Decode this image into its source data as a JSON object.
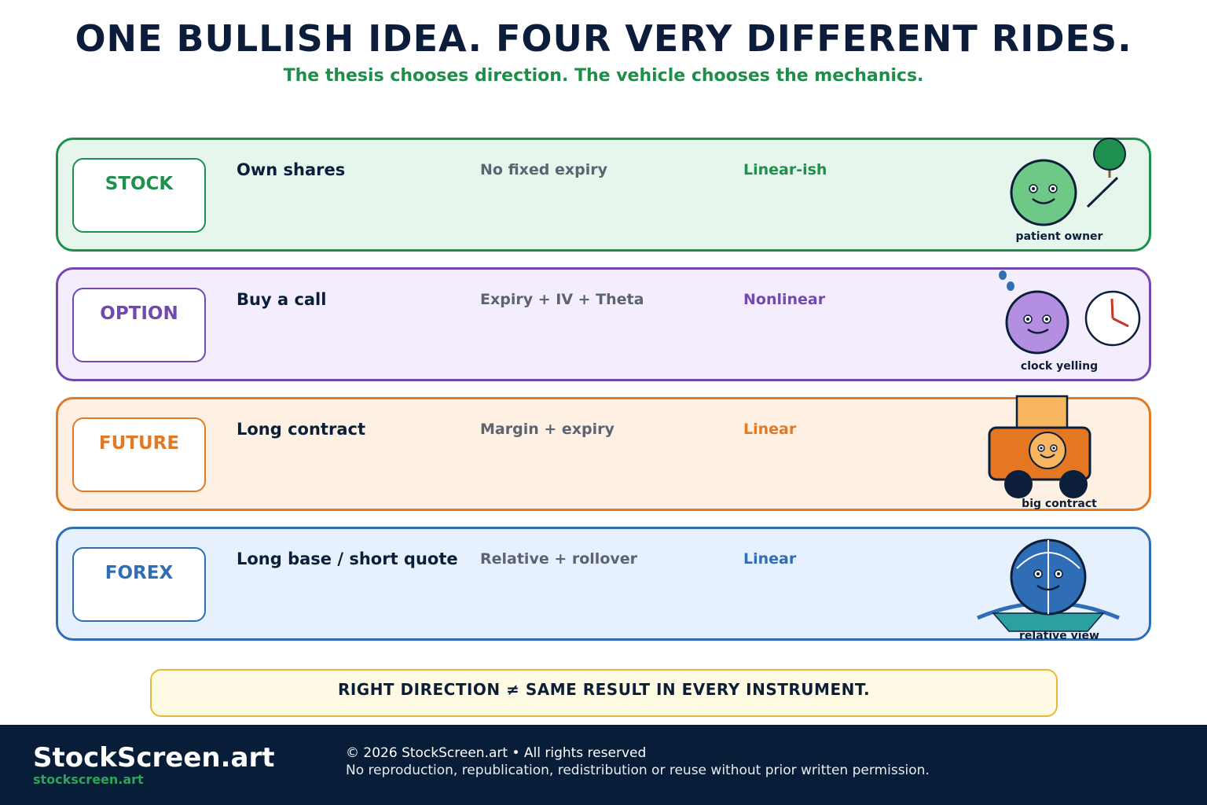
{
  "header": {
    "title": "ONE BULLISH IDEA. FOUR VERY DIFFERENT RIDES.",
    "subtitle": "The thesis chooses direction. The vehicle chooses the mechanics."
  },
  "rows": [
    {
      "instrument": "STOCK",
      "action": "Own shares",
      "time": "No fixed expiry",
      "payoff": "Linear-ish",
      "caption": "patient owner",
      "color": "#1f8f4e"
    },
    {
      "instrument": "OPTION",
      "action": "Buy a call",
      "time": "Expiry + IV + Theta",
      "payoff": "Nonlinear",
      "caption": "clock yelling",
      "color": "#7448b1"
    },
    {
      "instrument": "FUTURE",
      "action": "Long contract",
      "time": "Margin + expiry",
      "payoff": "Linear",
      "caption": "big contract",
      "color": "#e07a26"
    },
    {
      "instrument": "FOREX",
      "action": "Long base / short quote",
      "time": "Relative + rollover",
      "payoff": "Linear",
      "caption": "relative view",
      "color": "#2f6db7"
    }
  ],
  "callout": "RIGHT DIRECTION ≠ SAME RESULT IN EVERY INSTRUMENT.",
  "footer": {
    "brand": "StockScreen.art",
    "brand_url": "stockscreen.art",
    "copyright": "© 2026 StockScreen.art • All rights reserved",
    "notice": "No reproduction, republication, redistribution or reuse without prior written permission."
  }
}
